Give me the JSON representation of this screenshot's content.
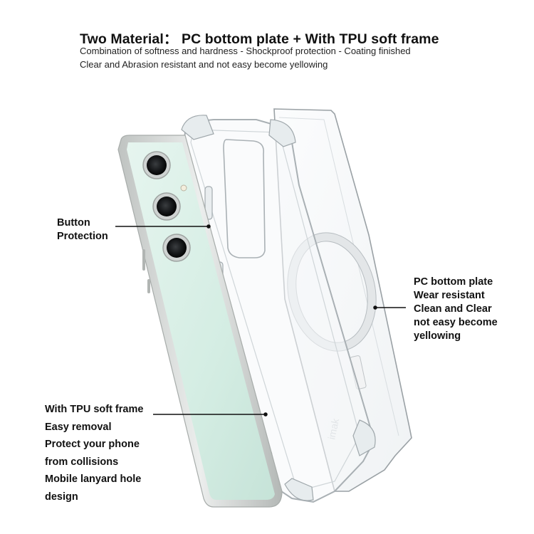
{
  "header": {
    "title": "Two Material： PC bottom plate + With TPU soft frame",
    "subtitle_line1": "Combination of softness and hardness - Shockproof protection - Coating finished",
    "subtitle_line2": "Clear and Abrasion resistant and not easy become yellowing"
  },
  "callouts": {
    "button_protection": [
      "Button",
      "Protection"
    ],
    "pc_bottom_plate": [
      "PC bottom plate",
      "Wear resistant",
      "Clean and Clear",
      "not easy become",
      "yellowing"
    ],
    "tpu_frame": [
      "With TPU soft frame",
      "Easy removal",
      "Protect your phone",
      "from collisions",
      "Mobile lanyard hole",
      "design"
    ]
  },
  "illustration": {
    "brand_mark": "imak",
    "colors": {
      "phone_back": "#d9efe6",
      "phone_frame": "#c8cbc9",
      "case_edge": "#b9bfc1",
      "ring": "#e6e8ea"
    }
  }
}
